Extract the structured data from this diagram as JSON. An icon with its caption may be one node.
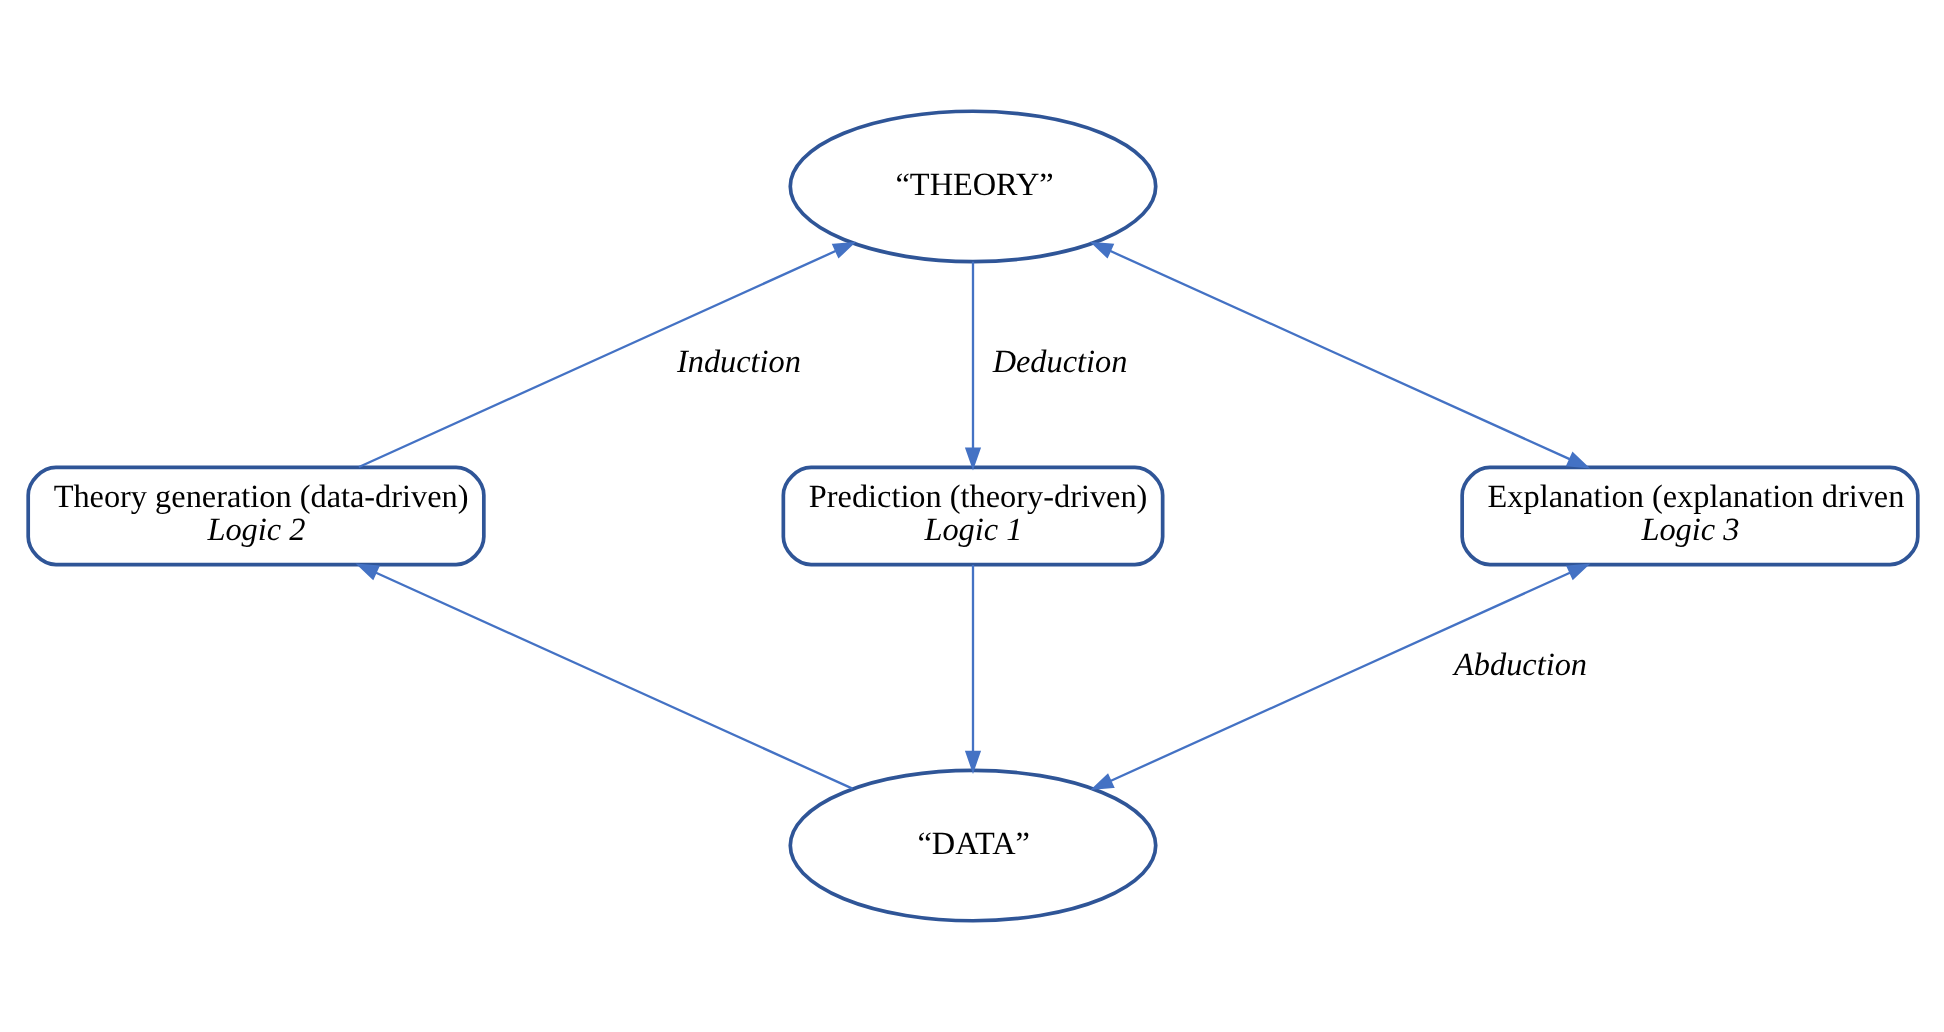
{
  "diagram": {
    "nodes": [
      {
        "text": [
          "“THEORY”"
        ]
      },
      {
        "text": [
          "Theory generation (data-driven)",
          "Logic 2"
        ]
      },
      {
        "text": [
          "Prediction (theory-driven)",
          "Logic 1"
        ]
      },
      {
        "text": [
          "Explanation (explanation driven",
          "Logic 3"
        ]
      },
      {
        "text": [
          "“DATA”"
        ]
      }
    ],
    "edges": [
      {
        "from": 1,
        "to": 0,
        "arrow": "to",
        "label": "Induction"
      },
      {
        "from": 0,
        "to": 2,
        "arrow": "to",
        "label": "Deduction"
      },
      {
        "from": 2,
        "to": 4,
        "arrow": "to"
      },
      {
        "from": 4,
        "to": 1,
        "arrow": "to"
      },
      {
        "from": 0,
        "to": 3,
        "arrow": "both"
      },
      {
        "from": 3,
        "to": 4,
        "arrow": "both",
        "label": "Abduction"
      }
    ]
  }
}
